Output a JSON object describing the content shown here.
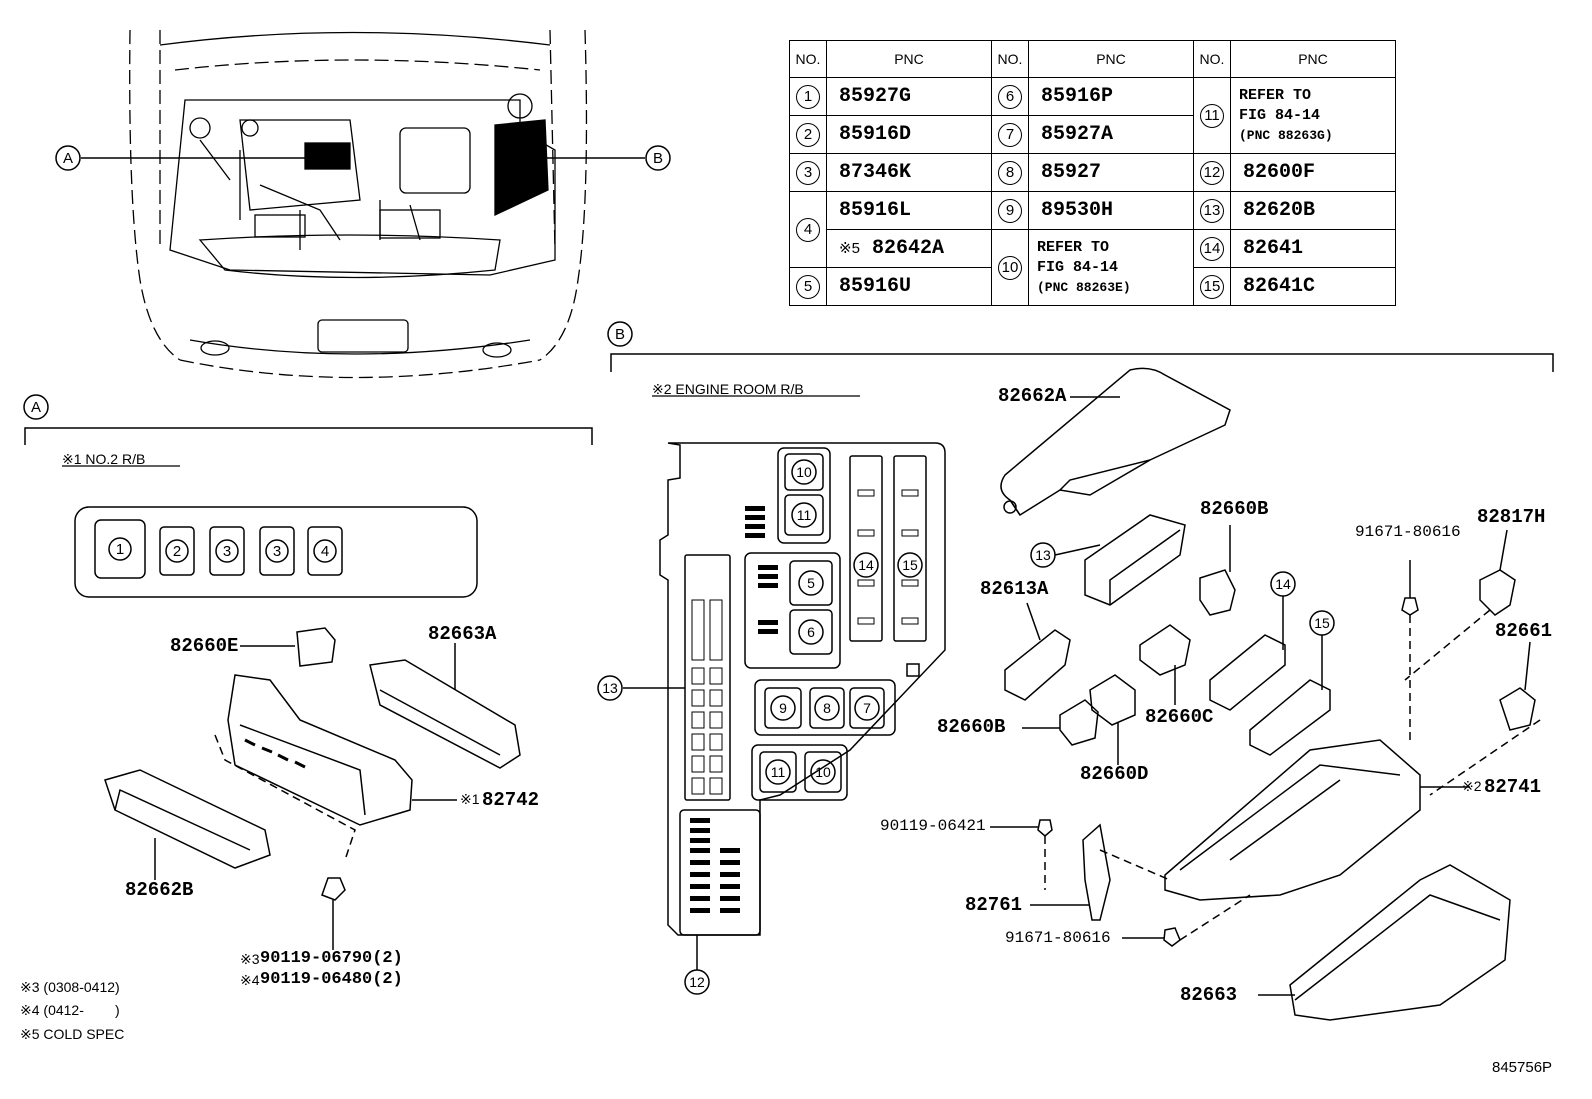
{
  "table": {
    "headers": {
      "no": "NO.",
      "pnc": "PNC"
    },
    "rows": [
      {
        "no": "1",
        "pnc": "85927G"
      },
      {
        "no": "2",
        "pnc": "85916D"
      },
      {
        "no": "3",
        "pnc": "87346K"
      },
      {
        "no": "4",
        "pnc": "85916L",
        "pnc2_mark": "※5",
        "pnc2": "82642A"
      },
      {
        "no": "5",
        "pnc": "85916U"
      },
      {
        "no": "6",
        "pnc": "85916P"
      },
      {
        "no": "7",
        "pnc": "85927A"
      },
      {
        "no": "8",
        "pnc": "85927"
      },
      {
        "no": "9",
        "pnc": "89530H"
      },
      {
        "no": "10",
        "ref1": "REFER TO",
        "ref2": "FIG 84-14",
        "ref3": "(PNC 88263E)"
      },
      {
        "no": "11",
        "ref1": "REFER TO",
        "ref2": "FIG 84-14",
        "ref3": "(PNC 88263G)"
      },
      {
        "no": "12",
        "pnc": "82600F"
      },
      {
        "no": "13",
        "pnc": "82620B"
      },
      {
        "no": "14",
        "pnc": "82641"
      },
      {
        "no": "15",
        "pnc": "82641C"
      }
    ]
  },
  "callouts": {
    "a": "A",
    "b": "B",
    "section_a": "A",
    "section_b": "B"
  },
  "section_a": {
    "title": "※1 NO.2 R/B",
    "fuses": [
      "1",
      "2",
      "3",
      "3",
      "4"
    ],
    "parts": {
      "p82660E": "82660E",
      "p82663A": "82663A",
      "p82742_mark": "※1",
      "p82742": "82742",
      "p82662B": "82662B",
      "bolt1_mark": "※3",
      "bolt1": "90119-06790(2)",
      "bolt2_mark": "※4",
      "bolt2": "90119-06480(2)"
    }
  },
  "section_b": {
    "title": "※2 ENGINE ROOM R/B",
    "layout_labels": [
      "10",
      "11",
      "5",
      "6",
      "14",
      "15",
      "9",
      "8",
      "7",
      "11",
      "10",
      "13",
      "12"
    ],
    "parts": {
      "p82662A": "82662A",
      "p82660B_top": "82660B",
      "p91671_top": "91671-80616",
      "p82817H": "82817H",
      "p82613A": "82613A",
      "p82661": "82661",
      "p82660B": "82660B",
      "p82660C": "82660C",
      "p82660D": "82660D",
      "p82741_mark": "※2",
      "p82741": "82741",
      "p90119": "90119-06421",
      "p82761": "82761",
      "p91671_bot": "91671-80616",
      "p82663": "82663",
      "c13": "13",
      "c14": "14",
      "c15": "15"
    }
  },
  "notes": {
    "n3": "※3 (0308-0412)",
    "n4": "※4 (0412-        )",
    "n5": "※5 COLD SPEC"
  },
  "figure_id": "845756P"
}
